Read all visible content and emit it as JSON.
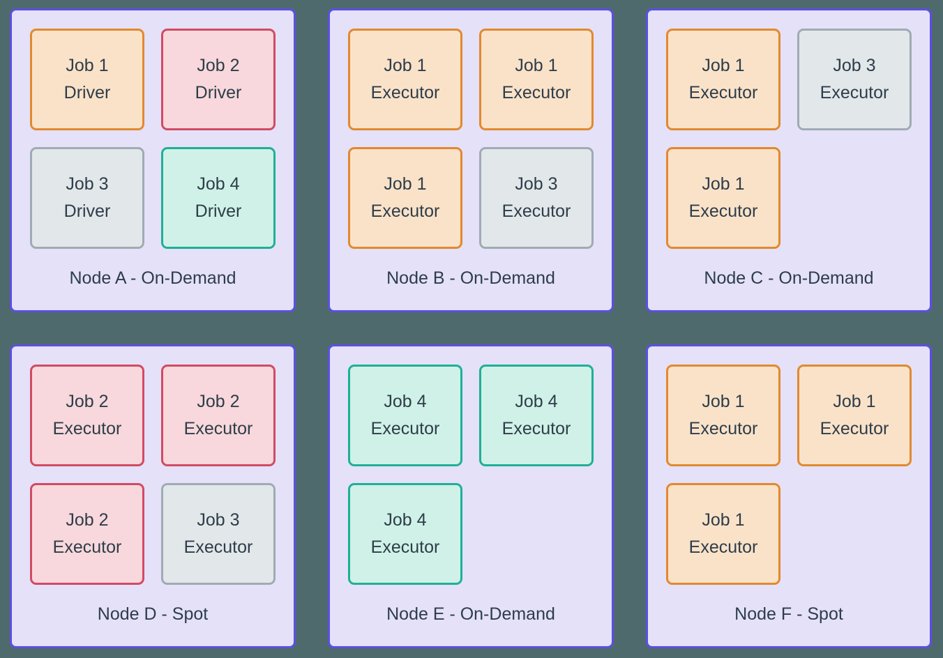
{
  "colors": {
    "background": "#4e6a6d",
    "node_background": "#e4e1f9",
    "node_border": "#5b50e1",
    "text": "#2e3d49",
    "job_types": {
      "job1": {
        "border": "#e2892f",
        "background": "#fae2c9"
      },
      "job2": {
        "border": "#d24a63",
        "background": "#f8d8dc"
      },
      "job3": {
        "border": "#9fabb3",
        "background": "#e2e7ea"
      },
      "job4": {
        "border": "#1fb096",
        "background": "#d0f1e7"
      }
    }
  },
  "nodes": [
    {
      "label": "Node A - On-Demand",
      "jobs": [
        {
          "title": "Job 1",
          "role": "Driver",
          "type": "job1"
        },
        {
          "title": "Job 2",
          "role": "Driver",
          "type": "job2"
        },
        {
          "title": "Job 3",
          "role": "Driver",
          "type": "job3"
        },
        {
          "title": "Job 4",
          "role": "Driver",
          "type": "job4"
        }
      ]
    },
    {
      "label": "Node B - On-Demand",
      "jobs": [
        {
          "title": "Job 1",
          "role": "Executor",
          "type": "job1"
        },
        {
          "title": "Job 1",
          "role": "Executor",
          "type": "job1"
        },
        {
          "title": "Job 1",
          "role": "Executor",
          "type": "job1"
        },
        {
          "title": "Job 3",
          "role": "Executor",
          "type": "job3"
        }
      ]
    },
    {
      "label": "Node C - On-Demand",
      "jobs": [
        {
          "title": "Job 1",
          "role": "Executor",
          "type": "job1"
        },
        {
          "title": "Job 3",
          "role": "Executor",
          "type": "job3"
        },
        {
          "title": "Job 1",
          "role": "Executor",
          "type": "job1"
        }
      ]
    },
    {
      "label": "Node D - Spot",
      "jobs": [
        {
          "title": "Job 2",
          "role": "Executor",
          "type": "job2"
        },
        {
          "title": "Job 2",
          "role": "Executor",
          "type": "job2"
        },
        {
          "title": "Job 2",
          "role": "Executor",
          "type": "job2"
        },
        {
          "title": "Job 3",
          "role": "Executor",
          "type": "job3"
        }
      ]
    },
    {
      "label": "Node E - On-Demand",
      "jobs": [
        {
          "title": "Job 4",
          "role": "Executor",
          "type": "job4"
        },
        {
          "title": "Job 4",
          "role": "Executor",
          "type": "job4"
        },
        {
          "title": "Job 4",
          "role": "Executor",
          "type": "job4"
        }
      ]
    },
    {
      "label": "Node F - Spot",
      "jobs": [
        {
          "title": "Job 1",
          "role": "Executor",
          "type": "job1"
        },
        {
          "title": "Job 1",
          "role": "Executor",
          "type": "job1"
        },
        {
          "title": "Job 1",
          "role": "Executor",
          "type": "job1"
        }
      ]
    }
  ]
}
